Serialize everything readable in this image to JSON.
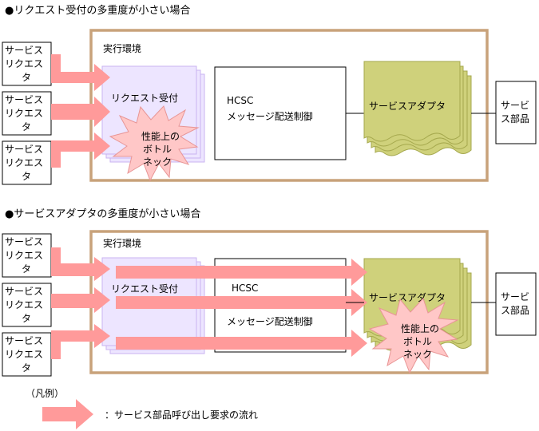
{
  "section1": {
    "title": "●リクエスト受付の多重度が小さい場合",
    "runtime_label": "実行環境",
    "client_lines": [
      "サービス",
      "リクエス",
      "タ"
    ],
    "reception_label": "リクエスト受付",
    "hcsc_line1": "HCSC",
    "hcsc_line2": "メッセージ配送制御",
    "adapter_label": "サービスアダプタ",
    "service_lines": [
      "サービ",
      "ス部品"
    ],
    "bottleneck_lines": [
      "性能上の",
      "ボトル",
      "ネック"
    ]
  },
  "section2": {
    "title": "●サービスアダプタの多重度が小さい場合",
    "runtime_label": "実行環境",
    "client_lines": [
      "サービス",
      "リクエス",
      "タ"
    ],
    "reception_label": "リクエスト受付",
    "hcsc_line1": "HCSC",
    "hcsc_line2": "メッセージ配送制御",
    "adapter_label": "サービスアダプタ",
    "service_lines": [
      "サービ",
      "ス部品"
    ],
    "bottleneck_lines": [
      "性能上の",
      "ボトル",
      "ネック"
    ]
  },
  "legend": {
    "title": "（凡例）",
    "arrow_desc": "：サービス部品呼び出し要求の流れ"
  },
  "colors": {
    "runtime_border": "#c8a27a",
    "arrow": "#ff9a9a",
    "reception_fill": "#ede5ff",
    "reception_stroke": "#c9b3f0",
    "adapter_fill": "#cfd17b",
    "adapter_stroke": "#a5a84d",
    "burst": "#ffc7c7",
    "burst_stroke": "#e89595"
  }
}
